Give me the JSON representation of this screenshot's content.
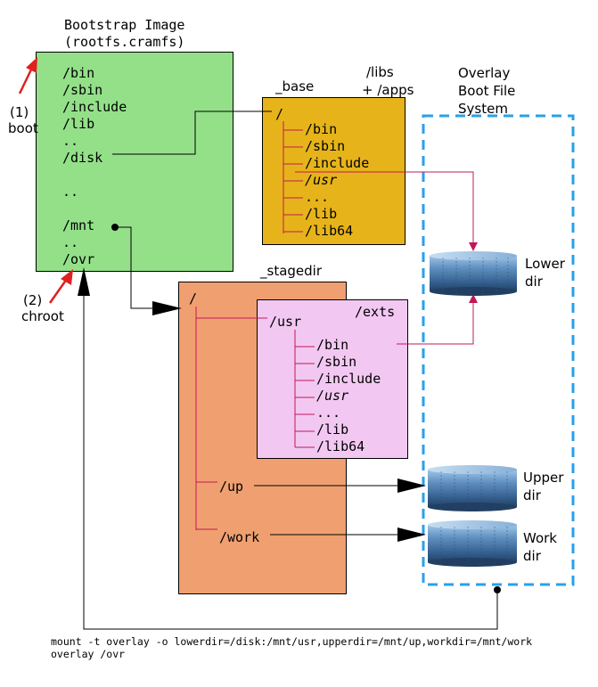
{
  "bootstrap": {
    "title_line1": "Bootstrap Image",
    "title_line2": "(rootfs.cramfs)",
    "entries": [
      "/bin",
      "/sbin",
      "/include",
      "/lib",
      "..",
      "/disk",
      "..",
      "/mnt",
      "..",
      "/ovr"
    ]
  },
  "steps": {
    "boot_num": "(1)",
    "boot_label": "boot",
    "chroot_num": "(2)",
    "chroot_label": "chroot"
  },
  "base": {
    "title": "_base",
    "side_label_line1": "/libs",
    "side_label_line2": "+ /apps",
    "root": "/",
    "entries": [
      "/bin",
      "/sbin",
      "/include",
      "/usr",
      "...",
      "/lib",
      "/lib64"
    ]
  },
  "overlay": {
    "title_line1": "Overlay",
    "title_line2": "Boot File",
    "title_line3": "System",
    "lower_line1": "Lower",
    "lower_line2": "dir",
    "upper_line1": "Upper",
    "upper_line2": "dir",
    "work_line1": "Work",
    "work_line2": "dir"
  },
  "stagedir": {
    "title": "_stagedir",
    "root": "/",
    "up": "/up",
    "work": "/work"
  },
  "exts": {
    "title": "/exts",
    "usr": "/usr",
    "entries": [
      "/bin",
      "/sbin",
      "/include",
      "/usr",
      "...",
      "/lib",
      "/lib64"
    ]
  },
  "command": {
    "line1": "mount -t overlay -o lowerdir=/disk:/mnt/usr,upperdir=/mnt/up,workdir=/mnt/work",
    "line2": "overlay /ovr"
  },
  "colors": {
    "bootstrap_fill": "#93e089",
    "base_fill": "#e6b41a",
    "stagedir_fill": "#f0a070",
    "exts_fill": "#f2c8f2",
    "overlay_border": "#2aa0e8",
    "tree_line": "#c0185a",
    "arrow_red": "#e02020"
  }
}
